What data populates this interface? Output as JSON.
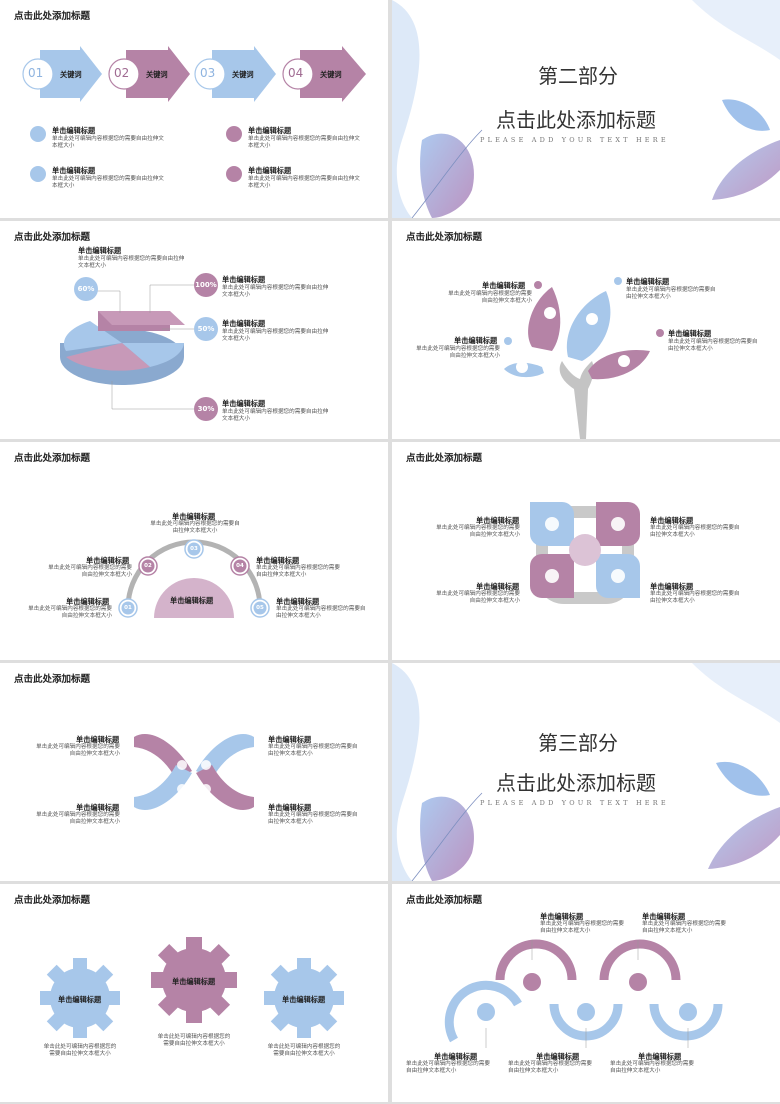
{
  "colors": {
    "blue": "#a7c7ea",
    "purple": "#b583a6",
    "gray": "#c9c9c9"
  },
  "slide_title": "点击此处添加标题",
  "heading": "单击编辑标题",
  "body": "单击此处可编辑内容根据您的需要自由拉伸文本框大小",
  "keyword_slide": {
    "arrows": [
      {
        "num": "01",
        "label": "关键词"
      },
      {
        "num": "02",
        "label": "关键词"
      },
      {
        "num": "03",
        "label": "关键词"
      },
      {
        "num": "04",
        "label": "关键词"
      }
    ]
  },
  "section2": {
    "part": "第二部分",
    "title": "点击此处添加标题",
    "en": "PLEASE ADD YOUR TEXT HERE"
  },
  "section3": {
    "part": "第三部分",
    "title": "点击此处添加标题",
    "en": "PLEASE ADD YOUR TEXT HERE"
  },
  "pie_slide": {
    "pct1": "60%",
    "pct2": "100%",
    "pct3": "50%",
    "pct4": "30%"
  },
  "arc_slide": {
    "nums": [
      "01",
      "02",
      "03",
      "04",
      "05"
    ],
    "center": "单击编辑标题"
  },
  "gear_slide": {
    "label": "单击编辑标题"
  }
}
